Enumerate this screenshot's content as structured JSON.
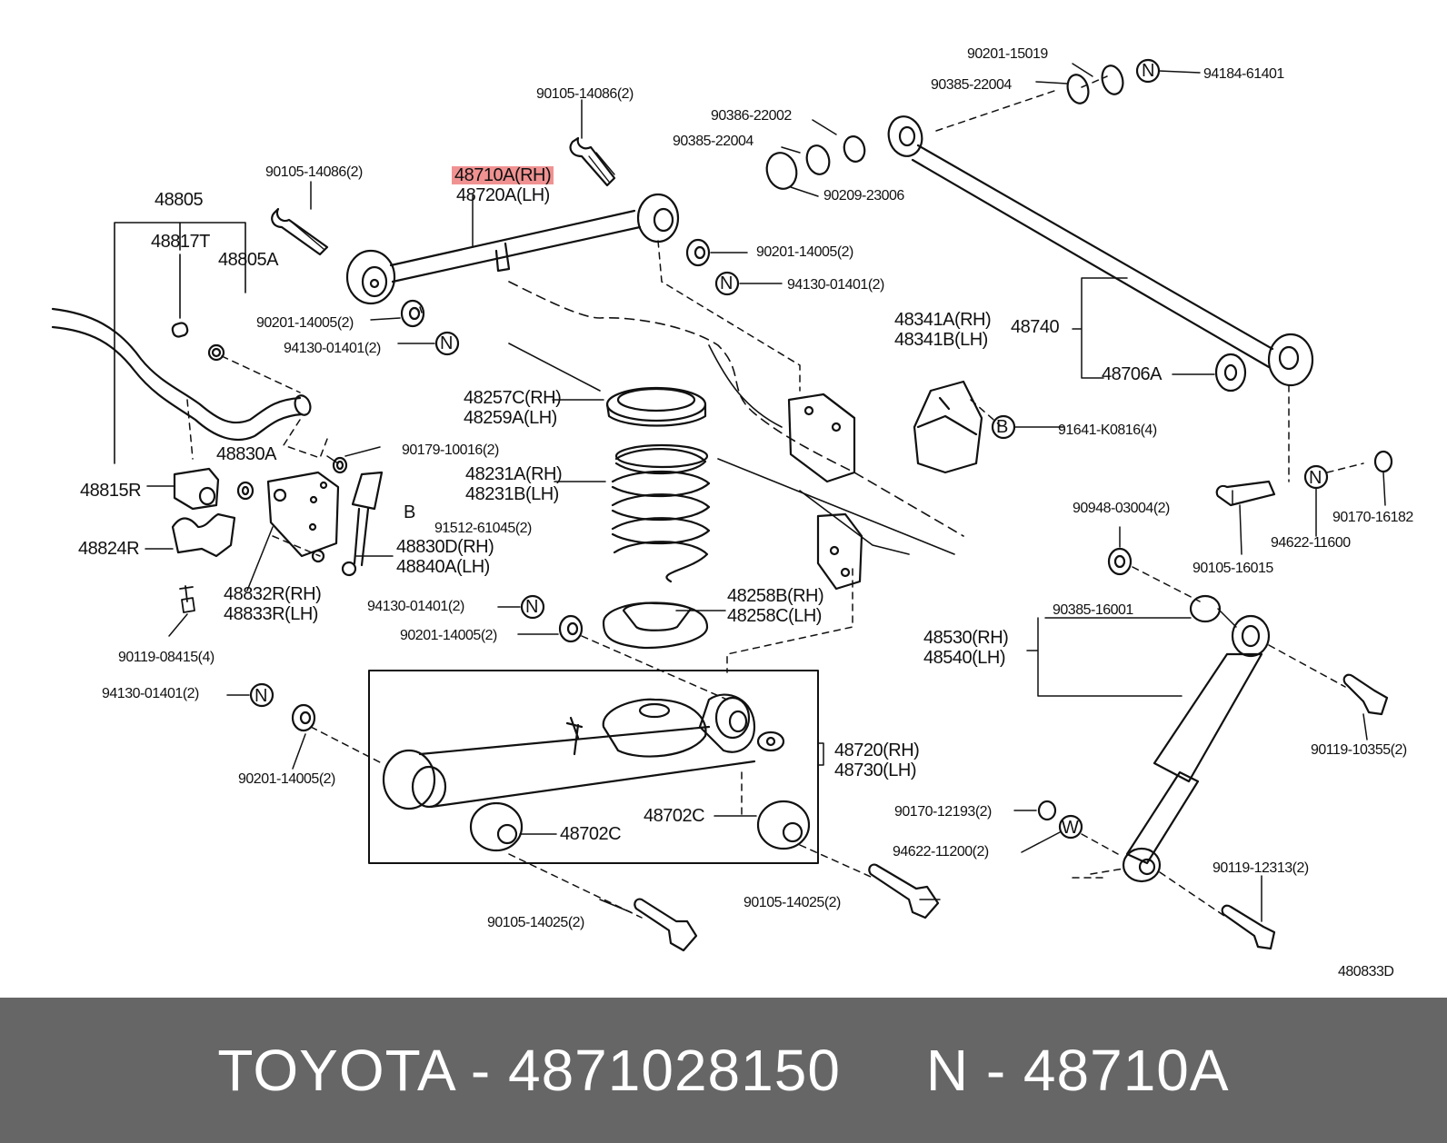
{
  "colors": {
    "highlight": "#eb6e6e",
    "footer_bg": "#666666",
    "footer_text": "#ffffff",
    "line": "#111111"
  },
  "callouts": {
    "c90201_15019": "90201-15019",
    "c94184_61401": "94184-61401",
    "c90385_22004_a": "90385-22004",
    "c90105_14086_a": "90105-14086(2)",
    "c90386_22002": "90386-22002",
    "c90385_22004_b": "90385-22004",
    "c90209_23006": "90209-23006",
    "c48710a_rh": "48710A(RH)",
    "c48720a_lh": "48720A(LH)",
    "c90105_14086_b": "90105-14086(2)",
    "c48805": "48805",
    "c48817t": "48817T",
    "c48805a": "48805A",
    "c90201_14005_a": "90201-14005(2)",
    "c94130_01401_a": "94130-01401(2)",
    "c90201_14005_b": "90201-14005(2)",
    "c94130_01401_b": "94130-01401(2)",
    "c48341a_rh": "48341A(RH)",
    "c48341b_lh": "48341B(LH)",
    "c48740": "48740",
    "c48706a": "48706A",
    "c48257c_rh": "48257C(RH)",
    "c48259a_lh": "48259A(LH)",
    "c91641_k0816": "91641-K0816(4)",
    "c48830a": "48830A",
    "c90179_10016": "90179-10016(2)",
    "c48231a_rh": "48231A(RH)",
    "c48231b_lh": "48231B(LH)",
    "c48815r": "48815R",
    "c91512_61045": "91512-61045(2)",
    "c90948_03004": "90948-03004(2)",
    "c90170_16182": "90170-16182",
    "c48824r": "48824R",
    "c48830d_rh": "48830D(RH)",
    "c48840a_lh": "48840A(LH)",
    "c94622_11600": "94622-11600",
    "c90105_16015": "90105-16015",
    "c48832r_rh": "48832R(RH)",
    "c48833r_lh": "48833R(LH)",
    "c94130_01401_c": "94130-01401(2)",
    "c48258b_rh": "48258B(RH)",
    "c48258c_lh": "48258C(LH)",
    "c90385_16001": "90385-16001",
    "c90201_14005_c": "90201-14005(2)",
    "c90119_08415": "90119-08415(4)",
    "c48530_rh": "48530(RH)",
    "c48540_lh": "48540(LH)",
    "c94130_01401_d": "94130-01401(2)",
    "c90119_10355": "90119-10355(2)",
    "c48720_rh": "48720(RH)",
    "c48730_lh": "48730(LH)",
    "c90201_14005_d": "90201-14005(2)",
    "c90170_12193": "90170-12193(2)",
    "c48702c_a": "48702C",
    "c48702c_b": "48702C",
    "c94622_11200": "94622-11200(2)",
    "c90119_12313": "90119-12313(2)",
    "c90105_14025_a": "90105-14025(2)",
    "c90105_14025_b": "90105-14025(2)",
    "c480833d": "480833D"
  },
  "symbols": {
    "n": "N",
    "b": "B",
    "w": "W"
  },
  "footer": {
    "text": "TOYOTA - 4871028150     N - 48710A"
  }
}
